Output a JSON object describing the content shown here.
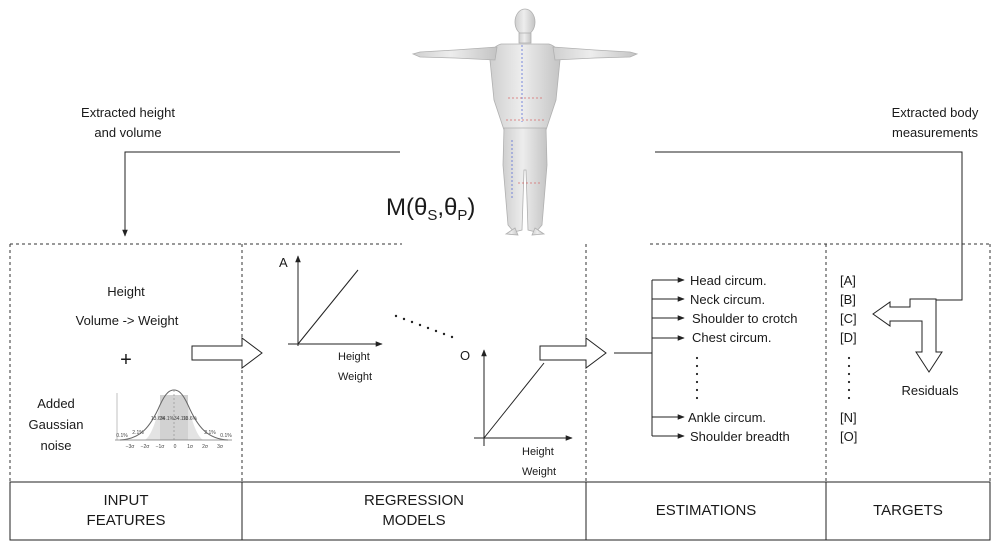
{
  "top": {
    "left_caption": [
      "Extracted height",
      "and volume"
    ],
    "right_caption": [
      "Extracted body",
      "measurements"
    ],
    "model_symbol": "M",
    "theta": "θ",
    "shape_subscript": "S",
    "pose_subscript": "P"
  },
  "input_features": {
    "height": "Height",
    "volume_weight": "Volume -> Weight",
    "plus": "+",
    "noise": [
      "Added",
      "Gaussian",
      "noise"
    ],
    "gaussian_percents": [
      "0.1%",
      "2.1%",
      "13.6%",
      "34.1%",
      "34.1%",
      "13.6%",
      "2.1%",
      "0.1%"
    ],
    "gaussian_ticks": [
      "−3σ",
      "−2σ",
      "−1σ",
      "0",
      "1σ",
      "2σ",
      "3σ"
    ]
  },
  "regression": {
    "model_a": {
      "label": "A",
      "x_label": "Height",
      "y_label": "Weight"
    },
    "model_o": {
      "label": "O",
      "x_label": "Height",
      "y_label": "Weight"
    }
  },
  "estimations": [
    "Head circum.",
    "Neck circum.",
    "Shoulder to crotch",
    "Chest circum.",
    "Ankle circum.",
    "Shoulder breadth"
  ],
  "targets": [
    "[A]",
    "[B]",
    "[C]",
    "[D]",
    "[N]",
    "[O]"
  ],
  "residuals_label": "Residuals",
  "footer": {
    "input": [
      "INPUT",
      "FEATURES"
    ],
    "regression": [
      "REGRESSION",
      "MODELS"
    ],
    "estimations": "ESTIMATIONS",
    "targets": "TARGETS"
  }
}
